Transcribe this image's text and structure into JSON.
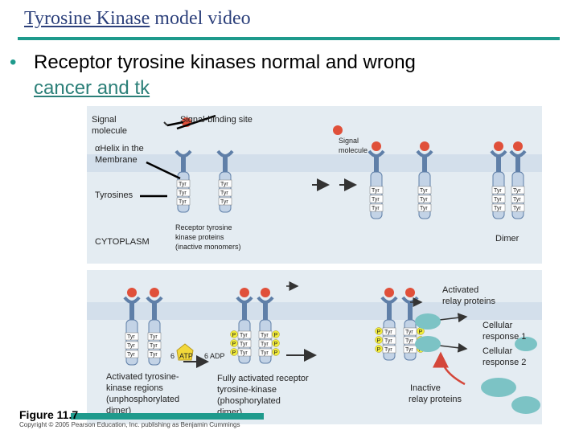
{
  "header": {
    "title_link": "Tyrosine Kinase",
    "title_rest": " model video"
  },
  "bullet": {
    "symbol": "•",
    "text": "Receptor tyrosine kinases  normal and wrong",
    "link": "cancer and tk"
  },
  "figure": {
    "label": "Figure 11.7",
    "copyright": "Copyright © 2005 Pearson Education, Inc. publishing as Benjamin Cummings",
    "labels": {
      "signal_molecule_1": [
        "Signal",
        "molecule"
      ],
      "signal_binding_site": "Signal-binding site",
      "signal_molecule_2": [
        "Signal",
        "molecule"
      ],
      "helix": [
        "αHelix in the",
        "Membrane"
      ],
      "tyrosines": "Tyrosines",
      "cytoplasm": "CYTOPLASM",
      "receptor_proteins": [
        "Receptor tyrosine",
        "kinase proteins",
        "(inactive monomers)"
      ],
      "dimer": "Dimer",
      "activated_relay": [
        "Activated",
        "relay proteins"
      ],
      "cellular_response_1": [
        "Cellular",
        "response 1"
      ],
      "cellular_response_2": [
        "Cellular",
        "response 2"
      ],
      "inactive_relay": [
        "Inactive",
        "relay proteins"
      ],
      "activated_tk_regions": [
        "Activated tyrosine-",
        "kinase regions",
        "(unphosphorylated",
        "dimer)"
      ],
      "fully_activated": [
        "Fully activated receptor",
        "tyrosine-kinase",
        "(phosphorylated",
        "dimer)"
      ],
      "atp_count": "6",
      "atp": "ATP",
      "adp": "6 ADP",
      "tyr": "Tyr",
      "p": "P"
    },
    "colors": {
      "panel": "#e4ecf2",
      "receptor_light": "#c3d3e6",
      "receptor_dark": "#5f7fa8",
      "signal": "#e0503a",
      "phosphate": "#f2ec3a",
      "atp": "#f2d83a",
      "relay": "#7cc3c5",
      "arrow": "#333333",
      "red_arrow": "#d4473a"
    }
  }
}
